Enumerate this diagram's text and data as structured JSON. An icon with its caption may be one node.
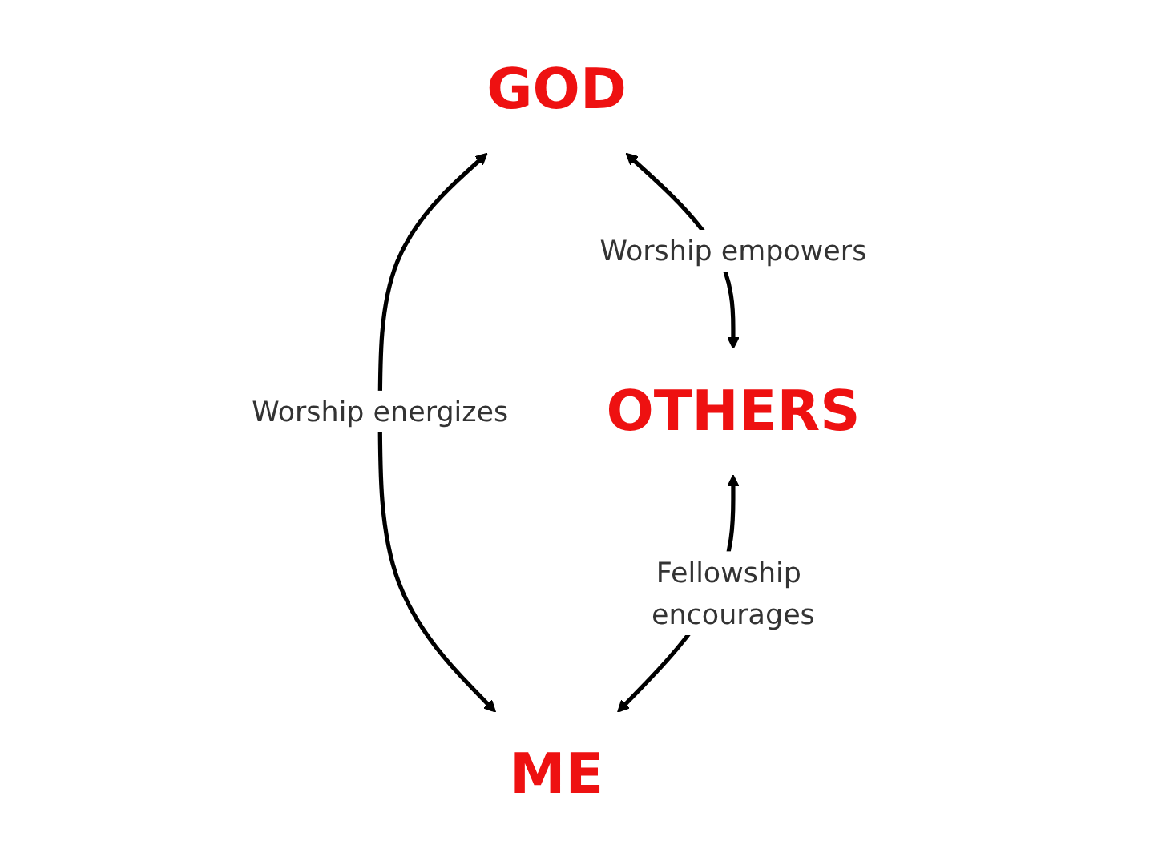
{
  "diagram": {
    "nodes": [
      {
        "text": [
          "GOD"
        ]
      },
      {
        "text": [
          "OTHERS"
        ]
      },
      {
        "text": [
          "ME"
        ]
      }
    ],
    "edges": [
      {
        "from": 0,
        "to": 1,
        "arrow": "both",
        "label": "Worship empowers"
      },
      {
        "from": 0,
        "to": 2,
        "arrow": "both",
        "label": "Worship energizes"
      },
      {
        "from": 1,
        "to": 2,
        "arrow": "both",
        "label": "Fellowship encourages"
      }
    ]
  }
}
